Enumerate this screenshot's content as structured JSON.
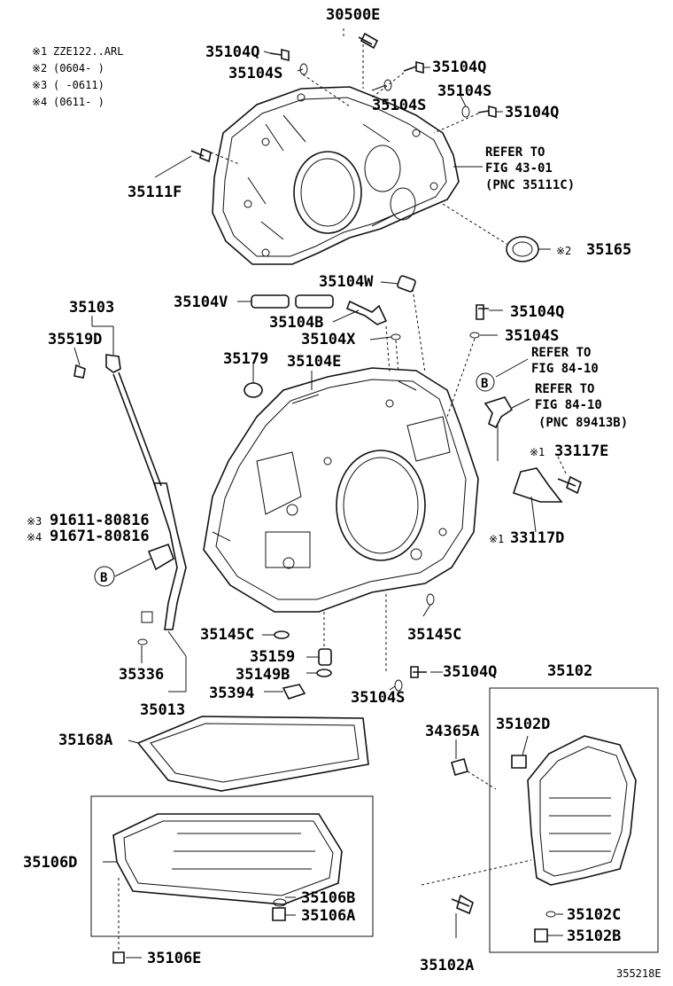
{
  "notes": [
    {
      "mark": "※1",
      "text": "ZZE122..ARL"
    },
    {
      "mark": "※2",
      "text": "(0604-     )"
    },
    {
      "mark": "※3",
      "text": "(     -0611)"
    },
    {
      "mark": "※4",
      "text": "(0611-     )"
    }
  ],
  "labels": {
    "p30500E": "30500E",
    "p35104Q_a": "35104Q",
    "p35104S_a": "35104S",
    "p35104Q_b": "35104Q",
    "p35104S_b": "35104S",
    "p35104S_c": "35104S",
    "p35104Q_c": "35104Q",
    "p35111F": "35111F",
    "refer_1_line1": "REFER TO",
    "refer_1_line2": "FIG 43-01",
    "refer_1_line3": "(PNC 35111C)",
    "p35165_mark": "※2",
    "p35165": "35165",
    "p35104W": "35104W",
    "p35104V": "35104V",
    "p35104B": "35104B",
    "p35104X": "35104X",
    "p35103": "35103",
    "p35519D": "35519D",
    "p35104Q_d": "35104Q",
    "p35104S_d": "35104S",
    "p35179": "35179",
    "p35104E": "35104E",
    "refer_2_line1": "REFER TO",
    "refer_2_line2": "FIG 84-10",
    "refer_3_line1": "REFER TO",
    "refer_3_line2": "FIG 84-10",
    "refer_3_line3": "(PNC 89413B)",
    "p33117E_mark": "※1",
    "p33117E": "33117E",
    "p33117D_mark": "※1",
    "p33117D": "33117D",
    "p91611_mark": "※3",
    "p91611": "91611-80816",
    "p91671_mark": "※4",
    "p91671": "91671-80816",
    "circle_b": "B",
    "p35145C_a": "35145C",
    "p35145C_b": "35145C",
    "p35159": "35159",
    "p35149B": "35149B",
    "p35394": "35394",
    "p35336": "35336",
    "p35013": "35013",
    "p35104S_e": "35104S",
    "p35104Q_e": "35104Q",
    "p35102": "35102",
    "p35168A": "35168A",
    "p34365A": "34365A",
    "p35102D": "35102D",
    "p35106D": "35106D",
    "p35106B": "35106B",
    "p35106A": "35106A",
    "p35106E": "35106E",
    "p35102C": "35102C",
    "p35102B": "35102B",
    "p35102A": "35102A",
    "figure_id": "355218E"
  }
}
